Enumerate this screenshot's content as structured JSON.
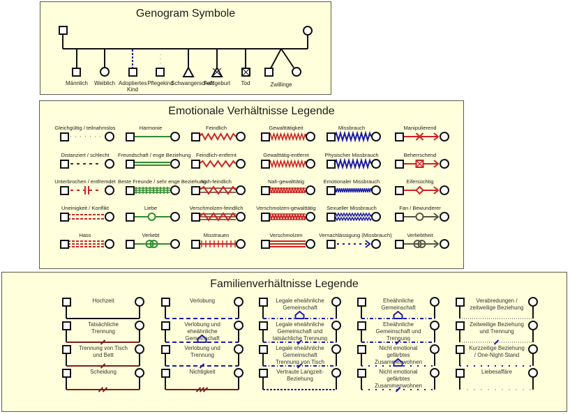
{
  "genogram": {
    "title": "Genogram Symbole",
    "symbols": [
      {
        "label": "Männlich",
        "shape": "square-icon"
      },
      {
        "label": "Weiblich",
        "shape": "circle-icon"
      },
      {
        "label": "Adoptiertes Kind",
        "shape": "square-icon",
        "link": "dashed-blue"
      },
      {
        "label": "Pflegekind",
        "shape": "square-icon",
        "link": "dotted-gray"
      },
      {
        "label": "Schwangerschaft",
        "shape": "triangle-icon"
      },
      {
        "label": "Fehlgeburt",
        "shape": "crossed-triangle-icon"
      },
      {
        "label": "Tod",
        "shape": "crossed-square-icon"
      },
      {
        "label": "Zwillinge",
        "shape": "twins-icon"
      }
    ]
  },
  "emotional": {
    "title": "Emotionale Verhältnisse Legende",
    "colors": {
      "red": "#cc2222",
      "green": "#2e8b2e",
      "blue": "#1a1aa8",
      "darkgray": "#555544"
    },
    "columns": [
      [
        {
          "label": "Gleichgültig / teilnahmslos",
          "style": "dotted-gray"
        },
        {
          "label": "Distanziert / schlecht",
          "style": "dashed-dark"
        },
        {
          "label": "Unterbrochen / entfremdet",
          "style": "broken-red"
        },
        {
          "label": "Uneinigkeit / Konflikt",
          "style": "double-dashed-red"
        },
        {
          "label": "Hass",
          "style": "triple-dashed-red"
        }
      ],
      [
        {
          "label": "Harmonie",
          "style": "solid-green"
        },
        {
          "label": "Freundschaft / enge Beziehung",
          "style": "double-green"
        },
        {
          "label": "Beste Freunde / sehr enge Beziehung",
          "style": "triple-green-ticks"
        },
        {
          "label": "Liebe",
          "style": "green-circle"
        },
        {
          "label": "Verliebt",
          "style": "green-two-circles"
        }
      ],
      [
        {
          "label": "Feindlich",
          "style": "zigzag-red"
        },
        {
          "label": "Feindlich-entfernt",
          "style": "zigzag-red-small"
        },
        {
          "label": "Nah-feindlich",
          "style": "zigzag-red-double"
        },
        {
          "label": "Verschmolzen-feindlich",
          "style": "zigzag-red-triple"
        },
        {
          "label": "Misstrauen",
          "style": "red-ticks"
        }
      ],
      [
        {
          "label": "Gewalttätigkeit",
          "style": "zigzag-red-dense"
        },
        {
          "label": "Gewalttätig-entfernt",
          "style": "zigzag-red-dense"
        },
        {
          "label": "Nah-gewalttätig",
          "style": "zigzag-red-dense-double"
        },
        {
          "label": "Verschmolzen-gewalttätig",
          "style": "zigzag-red-dense-triple"
        },
        {
          "label": "Verschmolzen",
          "style": "triple-red"
        }
      ],
      [
        {
          "label": "Missbrauch",
          "style": "zigzag-blue"
        },
        {
          "label": "Physischer Missbrauch",
          "style": "zigzag-blue"
        },
        {
          "label": "Emotionaler Missbrauch",
          "style": "zigzag-blue-dense"
        },
        {
          "label": "Sexueller Missbrauch",
          "style": "zigzag-blue-double"
        },
        {
          "label": "Vernachlässigung (Missbrauch)",
          "style": "dashed-blue-arrow"
        }
      ],
      [
        {
          "label": "Manipulierend",
          "style": "red-arrow-x"
        },
        {
          "label": "Beherrschend",
          "style": "red-arrow-box"
        },
        {
          "label": "Eifersüchtig",
          "style": "red-arrow-diamond"
        },
        {
          "label": "Fan / Bewunderer",
          "style": "gray-arrow-circle"
        },
        {
          "label": "Verliebtheit",
          "style": "gray-arrow-two-circles"
        }
      ]
    ]
  },
  "family": {
    "title": "Familienverhältnisse Legende",
    "columns": [
      [
        {
          "label": "Hochzeit",
          "style": "solid-black"
        },
        {
          "label": "Tatsächliche Trennung",
          "style": "solid-brown-slash"
        },
        {
          "label": "Trennung von Tisch und Bett",
          "style": "solid-brown-slash"
        },
        {
          "label": "Scheidung",
          "style": "solid-brown-double-slash"
        }
      ],
      [
        {
          "label": "Verlobung",
          "style": "dashed-blue"
        },
        {
          "label": "Verlobung und eheähnliche Gemeinschaft",
          "style": "dashed-blue-house"
        },
        {
          "label": "Verlobung und Trennung",
          "style": "dashed-blue-slash"
        },
        {
          "label": "Nichtigkeit",
          "style": "solid-brown-triple-slash"
        }
      ],
      [
        {
          "label": "Legale eheähnliche Gemeinschaft",
          "style": "dashdot-blue-house"
        },
        {
          "label": "Legale eheähnliche Gemeinschaft und tatsächliche Trennung",
          "style": "dashdot-blue-slash"
        },
        {
          "label": "Legale eheähnliche Gemeinschaft Trennung von Tisch und Bett",
          "style": "dashdot-blue-slash"
        },
        {
          "label": "Vertraute Langzeit-Beziehung",
          "style": "short-dashed-blue"
        }
      ],
      [
        {
          "label": "Eheähnliche Gemeinschaft",
          "style": "dashdot-blue-house"
        },
        {
          "label": "Eheähnliche Gemeinschaft und Trennung",
          "style": "dashdot-blue-slash"
        },
        {
          "label": "Nicht emotional gefärbtes Zusammenwohnen",
          "style": "sparse-blue-house"
        },
        {
          "label": "Nicht emotional gefärbtes Zusammenwohnen und Trennung",
          "style": "sparse-blue-slash"
        }
      ],
      [
        {
          "label": "Verabredungen / zeitweilige Beziehung",
          "style": "dotted-gray"
        },
        {
          "label": "Zeitweilige Beziehung und Trennung",
          "style": "dotted-gray-slash"
        },
        {
          "label": "Kurzzeitige Beziehung / One-Night-Stand",
          "style": "sparse-blue"
        },
        {
          "label": "Liebesaffäre",
          "style": "sparse-gray"
        }
      ]
    ]
  }
}
